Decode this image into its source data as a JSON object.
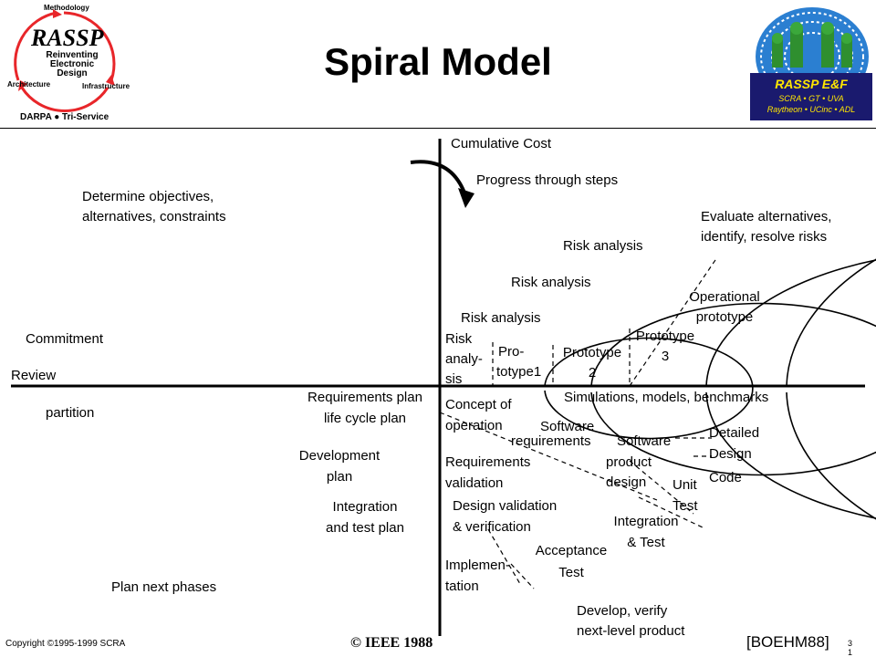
{
  "title": "Spiral Model",
  "logo_left": {
    "methodology": "Methodology",
    "name": "RASSP",
    "line1": "Reinventing",
    "line2": "Electronic",
    "line3": "Design",
    "architecture": "Architecture",
    "infrastructure": "Infrastructure",
    "sponsor": "DARPA ● Tri-Service",
    "arrow_color": "#e8262a"
  },
  "logo_right": {
    "name": "RASSP E&F",
    "line1": "SCRA • GT • UVA",
    "line2": "Raytheon • UCinc • ADL",
    "bg_color": "#1a1a6e",
    "text_color": "#ffe600"
  },
  "axis": {
    "vertical_label": "Cumulative Cost",
    "progress_label": "Progress through steps"
  },
  "quadrants": {
    "top_left": [
      "Determine objectives,",
      "alternatives, constraints"
    ],
    "top_right": [
      "Evaluate alternatives,",
      "identify, resolve risks"
    ],
    "bottom_left": "Plan next phases",
    "bottom_right": [
      "Develop, verify",
      "next-level product"
    ]
  },
  "left_labels": {
    "commitment": "Commitment",
    "review": "Review",
    "partition": "partition"
  },
  "risk": {
    "outer": "Risk analysis",
    "middle": "Risk analysis",
    "inner": "Risk analysis",
    "core": [
      "Risk",
      "analy-",
      "sis"
    ]
  },
  "prototypes": {
    "p1": [
      "Pro-",
      "totype1"
    ],
    "p2": [
      "Prototype",
      "2"
    ],
    "p3": [
      "Prototype",
      "3"
    ],
    "operational": [
      "Operational",
      "prototype"
    ]
  },
  "simulations": "Simulations, models, benchmarks",
  "plans": {
    "requirements": [
      "Requirements plan",
      "life cycle plan"
    ],
    "development": [
      "Development",
      "plan"
    ],
    "integration": [
      "Integration",
      "and test plan"
    ]
  },
  "development_steps": {
    "concept": [
      "Concept of",
      "operation"
    ],
    "software_req": [
      "Software",
      "requirements"
    ],
    "req_validation": [
      "Requirements",
      "validation"
    ],
    "product_design": [
      "Software",
      "product",
      "design"
    ],
    "detailed_design": [
      "Detailed",
      "Design"
    ],
    "code": "Code",
    "unit_test": [
      "Unit",
      "Test"
    ],
    "design_validation": [
      "Design validation",
      "& verification"
    ],
    "integration_test": [
      "Integration",
      "& Test"
    ],
    "acceptance_test": [
      "Acceptance",
      "Test"
    ],
    "implementation": [
      "Implemen-",
      "tation"
    ]
  },
  "footer": {
    "copyright": "Copyright ©1995-1999 SCRA",
    "ieee": "© IEEE 1988",
    "reference": "[BOEHM88]",
    "page_a": "3",
    "page_b": "1"
  }
}
